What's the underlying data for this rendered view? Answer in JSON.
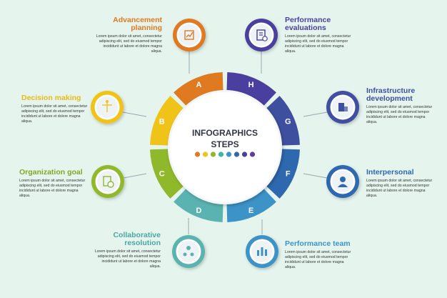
{
  "center": {
    "line1": "INFOGRAPHICS",
    "line2": "STEPS"
  },
  "center_dots": [
    "#e07a20",
    "#f0c319",
    "#8fb82a",
    "#3ab6a4",
    "#3c93c8",
    "#2e68ae",
    "#4a3f9e",
    "#5b3f9c"
  ],
  "body_lines": [
    "Lorem ipsum dolor sit amet, consectetur",
    "adipiscing elit, sed do eiusmod tempor",
    "incididunt ut labore et dolore magna",
    "aliqua."
  ],
  "steps": [
    {
      "letter": "A",
      "color": "#e07a20",
      "title": [
        "Advancement",
        "planning"
      ],
      "icon": "planning-icon"
    },
    {
      "letter": "B",
      "color": "#f0c319",
      "title": [
        "Decision making"
      ],
      "icon": "decision-icon"
    },
    {
      "letter": "C",
      "color": "#8fb82a",
      "title": [
        "Organization goal"
      ],
      "icon": "goal-icon"
    },
    {
      "letter": "D",
      "color": "#5ab3b0",
      "title": [
        "Collaborative",
        "resolution"
      ],
      "icon": "collaboration-icon"
    },
    {
      "letter": "E",
      "color": "#3c93c8",
      "title": [
        "Performance team"
      ],
      "icon": "team-icon"
    },
    {
      "letter": "F",
      "color": "#2e68ae",
      "title": [
        "Interpersonal"
      ],
      "icon": "interpersonal-icon"
    },
    {
      "letter": "G",
      "color": "#3f4fa0",
      "title": [
        "Infrastructure",
        "development"
      ],
      "icon": "infrastructure-icon"
    },
    {
      "letter": "H",
      "color": "#4a3f9e",
      "title": [
        "Performance",
        "evaluations"
      ],
      "icon": "evaluation-icon"
    }
  ]
}
